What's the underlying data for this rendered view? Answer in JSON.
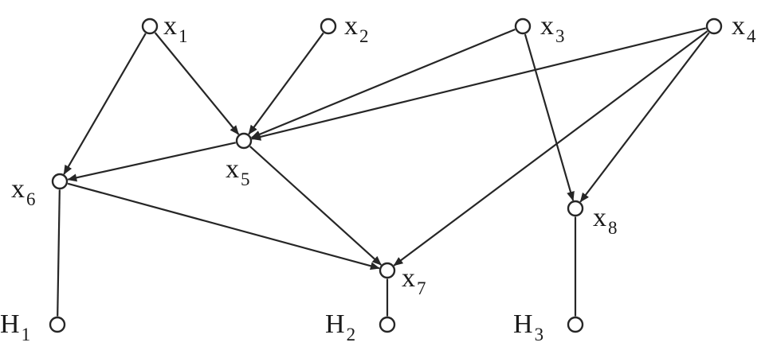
{
  "diagram": {
    "nodes": [
      {
        "id": "x1",
        "letter": "x",
        "sub": "1"
      },
      {
        "id": "x2",
        "letter": "x",
        "sub": "2"
      },
      {
        "id": "x3",
        "letter": "x",
        "sub": "3"
      },
      {
        "id": "x4",
        "letter": "x",
        "sub": "4"
      },
      {
        "id": "x5",
        "letter": "x",
        "sub": "5"
      },
      {
        "id": "x6",
        "letter": "x",
        "sub": "6"
      },
      {
        "id": "x7",
        "letter": "x",
        "sub": "7"
      },
      {
        "id": "x8",
        "letter": "x",
        "sub": "8"
      },
      {
        "id": "H1",
        "letter": "H",
        "sub": "1"
      },
      {
        "id": "H2",
        "letter": "H",
        "sub": "2"
      },
      {
        "id": "H3",
        "letter": "H",
        "sub": "3"
      }
    ],
    "edges": [
      {
        "from": "x1",
        "to": "x6",
        "directed": true
      },
      {
        "from": "x1",
        "to": "x5",
        "directed": true
      },
      {
        "from": "x2",
        "to": "x5",
        "directed": true
      },
      {
        "from": "x3",
        "to": "x5",
        "directed": true
      },
      {
        "from": "x4",
        "to": "x5",
        "directed": true
      },
      {
        "from": "x3",
        "to": "x8",
        "directed": true
      },
      {
        "from": "x4",
        "to": "x8",
        "directed": true
      },
      {
        "from": "x4",
        "to": "x7",
        "directed": true
      },
      {
        "from": "x5",
        "to": "x6",
        "directed": true
      },
      {
        "from": "x5",
        "to": "x7",
        "directed": true
      },
      {
        "from": "x6",
        "to": "x7",
        "directed": true
      },
      {
        "from": "x6",
        "to": "H1",
        "directed": false
      },
      {
        "from": "x7",
        "to": "H2",
        "directed": false
      },
      {
        "from": "x8",
        "to": "H3",
        "directed": false
      }
    ]
  }
}
